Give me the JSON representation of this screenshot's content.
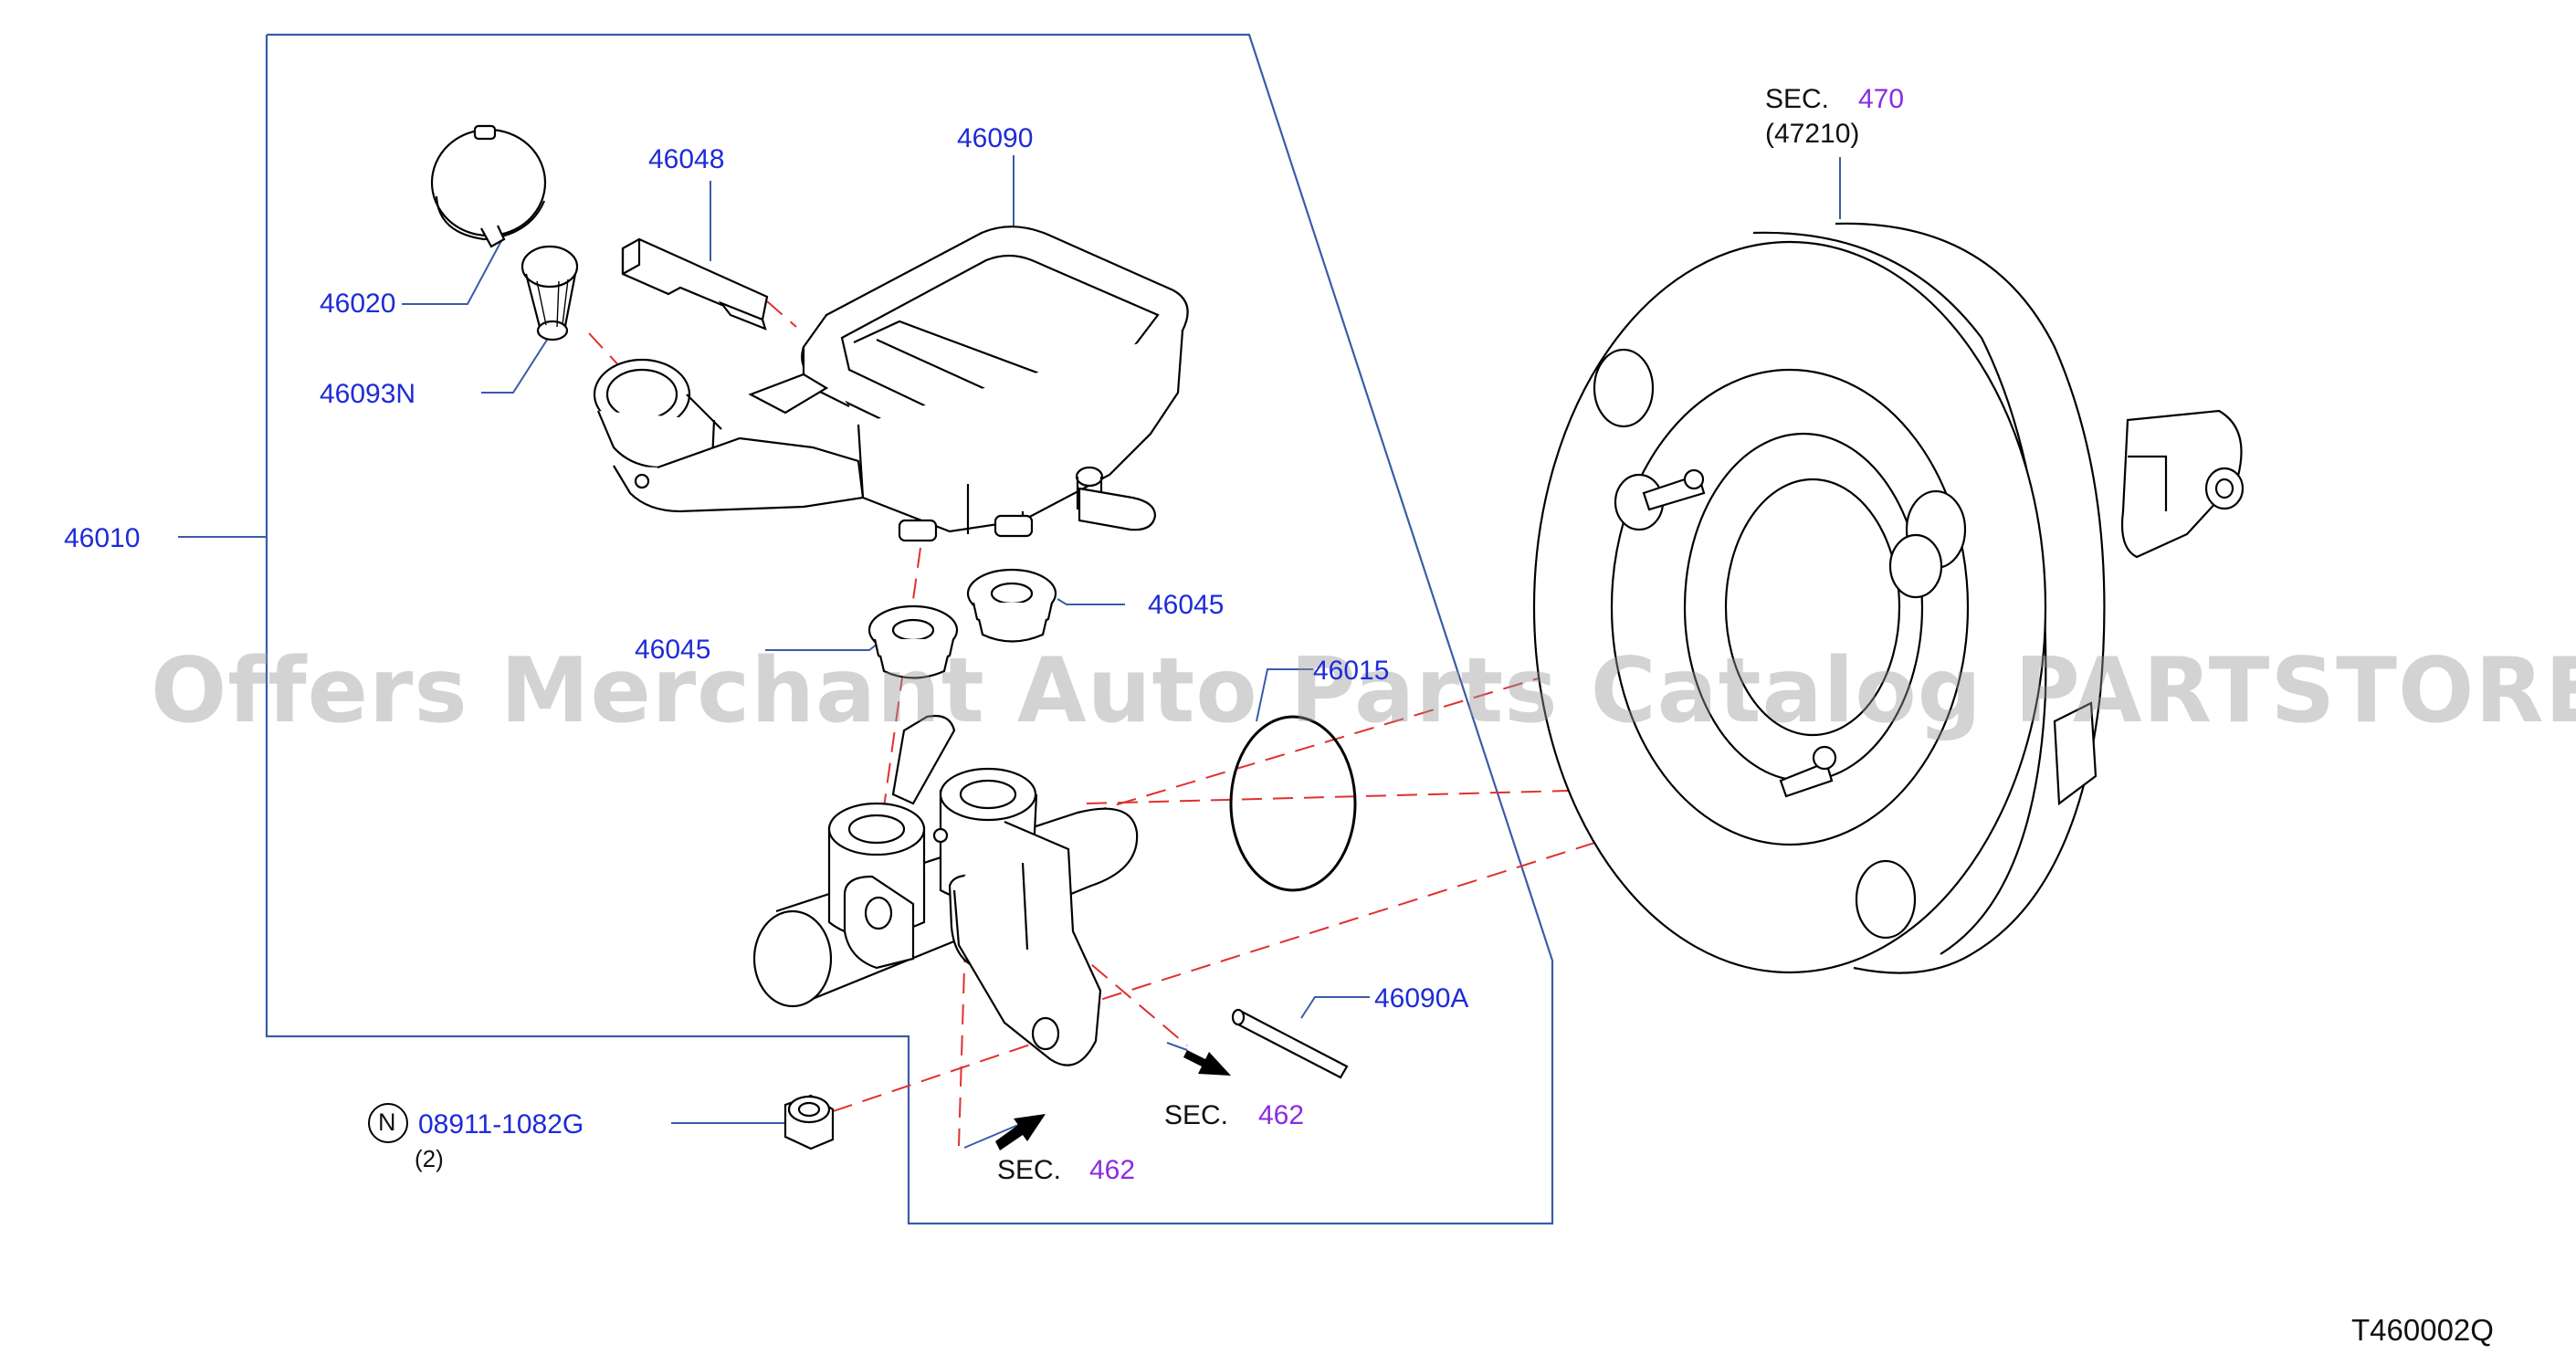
{
  "colors": {
    "part_number": "#1e2bd8",
    "section_number": "#8a2be2",
    "leader_line": "#3b5ba9",
    "dashed_line": "#e03030",
    "outline": "#000000",
    "watermark": "#9a9a9a"
  },
  "watermark": "Offers Merchant Auto Parts Catalog PARTSTORE.SA",
  "diagram_code": "T460002Q",
  "callouts": {
    "p46010": "46010",
    "p46020": "46020",
    "p46093n": "46093N",
    "p46048": "46048",
    "p46090": "46090",
    "p46045_left": "46045",
    "p46045_right": "46045",
    "p46015": "46015",
    "p46090a": "46090A",
    "nut_part": "08911-1082G",
    "nut_marker": "N",
    "nut_qty": "(2)"
  },
  "sections": {
    "booster_sec_label": "SEC.",
    "booster_sec_number": "470",
    "booster_sub": "(47210)",
    "sec_a_label": "SEC.",
    "sec_a_number": "462",
    "sec_b_label": "SEC.",
    "sec_b_number": "462"
  }
}
